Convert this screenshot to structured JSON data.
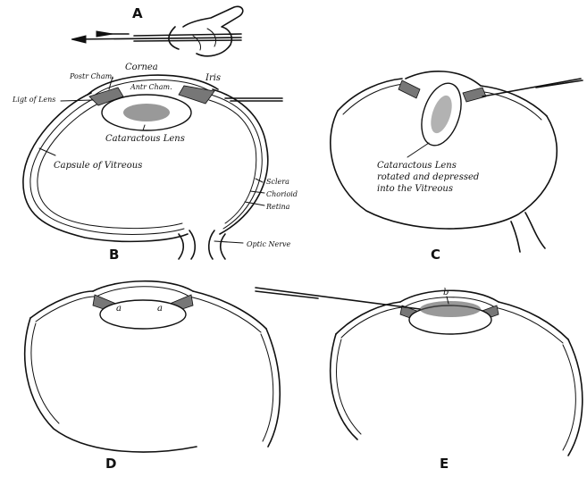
{
  "panels": {
    "A": "A",
    "B": "B",
    "C": "C",
    "D": "D",
    "E": "E"
  },
  "labels": {
    "cornea": "Cornea",
    "iris": "Iris",
    "posterior_chamber": "Postr Cham.",
    "anterior_chamber": "Antr Cham.",
    "ligament_of_lens": "Ligt of Lens",
    "cataractous_lens": "Cataractous Lens",
    "capsule_of_vitreous": "Capsule of Vitreous",
    "sclera": "Sclera",
    "choroid": "Chorioid",
    "retina": "Retina",
    "optic_nerve": "Optic Nerve",
    "c_caption_1": "Cataractous Lens",
    "c_caption_2": "rotated and depressed",
    "c_caption_3": "into the Vitreous",
    "d_mark_left": "a",
    "d_mark_right": "a",
    "e_mark": "b"
  }
}
